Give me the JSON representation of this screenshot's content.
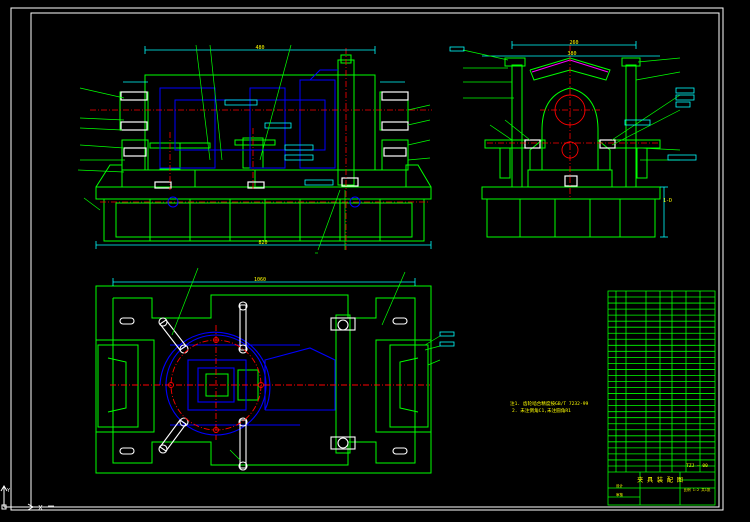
{
  "drawing": {
    "notes": [
      "注1. 齿轮啮合精度按GB/T 7232-99",
      "2. 未注倒角C1,未注圆角R1"
    ],
    "title_block": {
      "drawing_title": "夹 具 装 配 图",
      "drawing_number": "TZJ — 00",
      "scale_note": "比例 1:2 共1张",
      "designer": "设计",
      "checker": "审核"
    },
    "dimension_labels": {
      "front_overall": "820",
      "front_top": "480",
      "side_overall": "380",
      "side_top": "260",
      "plan_overall": "1060"
    },
    "section_marks": {
      "side_view": "1-D"
    },
    "ucs_labels": {
      "x": "X",
      "y": "Y"
    },
    "colors": {
      "frame": "#ffffff",
      "outline": "#00ff00",
      "hidden": "#0000ff",
      "center": "#ff0000",
      "dimension": "#00ffff",
      "leader": "#00ff00",
      "text": "#ffff00",
      "magenta": "#ff00ff"
    }
  }
}
